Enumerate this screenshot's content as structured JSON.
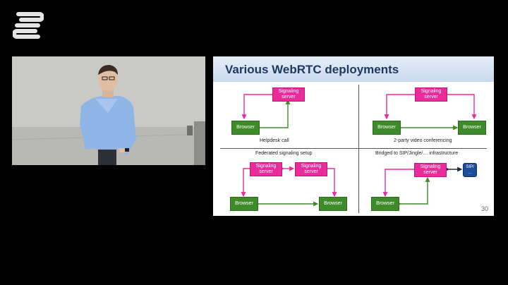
{
  "slide": {
    "title": "Various WebRTC deployments",
    "page_number": "30",
    "quadrants": [
      {
        "caption": "Helpdesk call",
        "signaling": "Signaling server",
        "browsers": [
          "Browser"
        ]
      },
      {
        "caption": "2-party video conferencing",
        "signaling": "Signaling server",
        "browsers": [
          "Browser",
          "Browser"
        ]
      },
      {
        "caption": "Federated signaling setup",
        "signaling": [
          "Signaling server",
          "Signaling server"
        ],
        "browsers": [
          "Browser",
          "Browser"
        ]
      },
      {
        "caption": "Bridged to SIP/Jingle/… infrastructure",
        "signaling": "Signaling server",
        "browsers": [
          "Browser"
        ],
        "sip": "SIP/ …"
      }
    ]
  },
  "colors": {
    "signaling": "#ea2c9b",
    "browser": "#3f8a2b",
    "sip": "#1d4c9a",
    "signal_arrow": "#ea2c9b",
    "media_arrow": "#3f8a2b"
  }
}
